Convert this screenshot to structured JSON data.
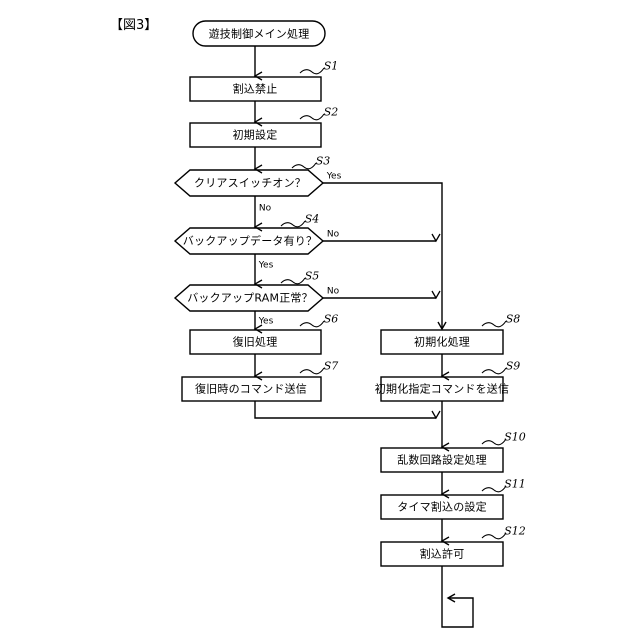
{
  "figure": {
    "title": "【図3】",
    "chart_type": "flowchart"
  },
  "nodes": {
    "start": {
      "text": "遊技制御メイン処理",
      "shape": "stadium",
      "step": ""
    },
    "s1": {
      "text": "割込禁止",
      "shape": "process",
      "step": "S1"
    },
    "s2": {
      "text": "初期設定",
      "shape": "process",
      "step": "S2"
    },
    "s3": {
      "text": "クリアスイッチオン？",
      "shape": "decision",
      "step": "S3"
    },
    "s4": {
      "text": "バックアップデータ有り？",
      "shape": "decision",
      "step": "S4"
    },
    "s5": {
      "text": "バックアップRAM正常？",
      "shape": "decision",
      "step": "S5"
    },
    "s6": {
      "text": "復旧処理",
      "shape": "process",
      "step": "S6"
    },
    "s7": {
      "text": "復旧時のコマンド送信",
      "shape": "process",
      "step": "S7"
    },
    "s8": {
      "text": "初期化処理",
      "shape": "process",
      "step": "S8"
    },
    "s9": {
      "text": "初期化指定コマンドを送信",
      "shape": "process",
      "step": "S9"
    },
    "s10": {
      "text": "乱数回路設定処理",
      "shape": "process",
      "step": "S10"
    },
    "s11": {
      "text": "タイマ割込の設定",
      "shape": "process",
      "step": "S11"
    },
    "s12": {
      "text": "割込許可",
      "shape": "process",
      "step": "S12"
    }
  },
  "edge_labels": {
    "s3_yes": "Yes",
    "s3_no": "No",
    "s4_no": "No",
    "s4_yes": "Yes",
    "s5_no": "No",
    "s5_yes": "Yes"
  },
  "colors": {
    "stroke": "#000000",
    "fill": "#ffffff",
    "text": "#000000"
  }
}
